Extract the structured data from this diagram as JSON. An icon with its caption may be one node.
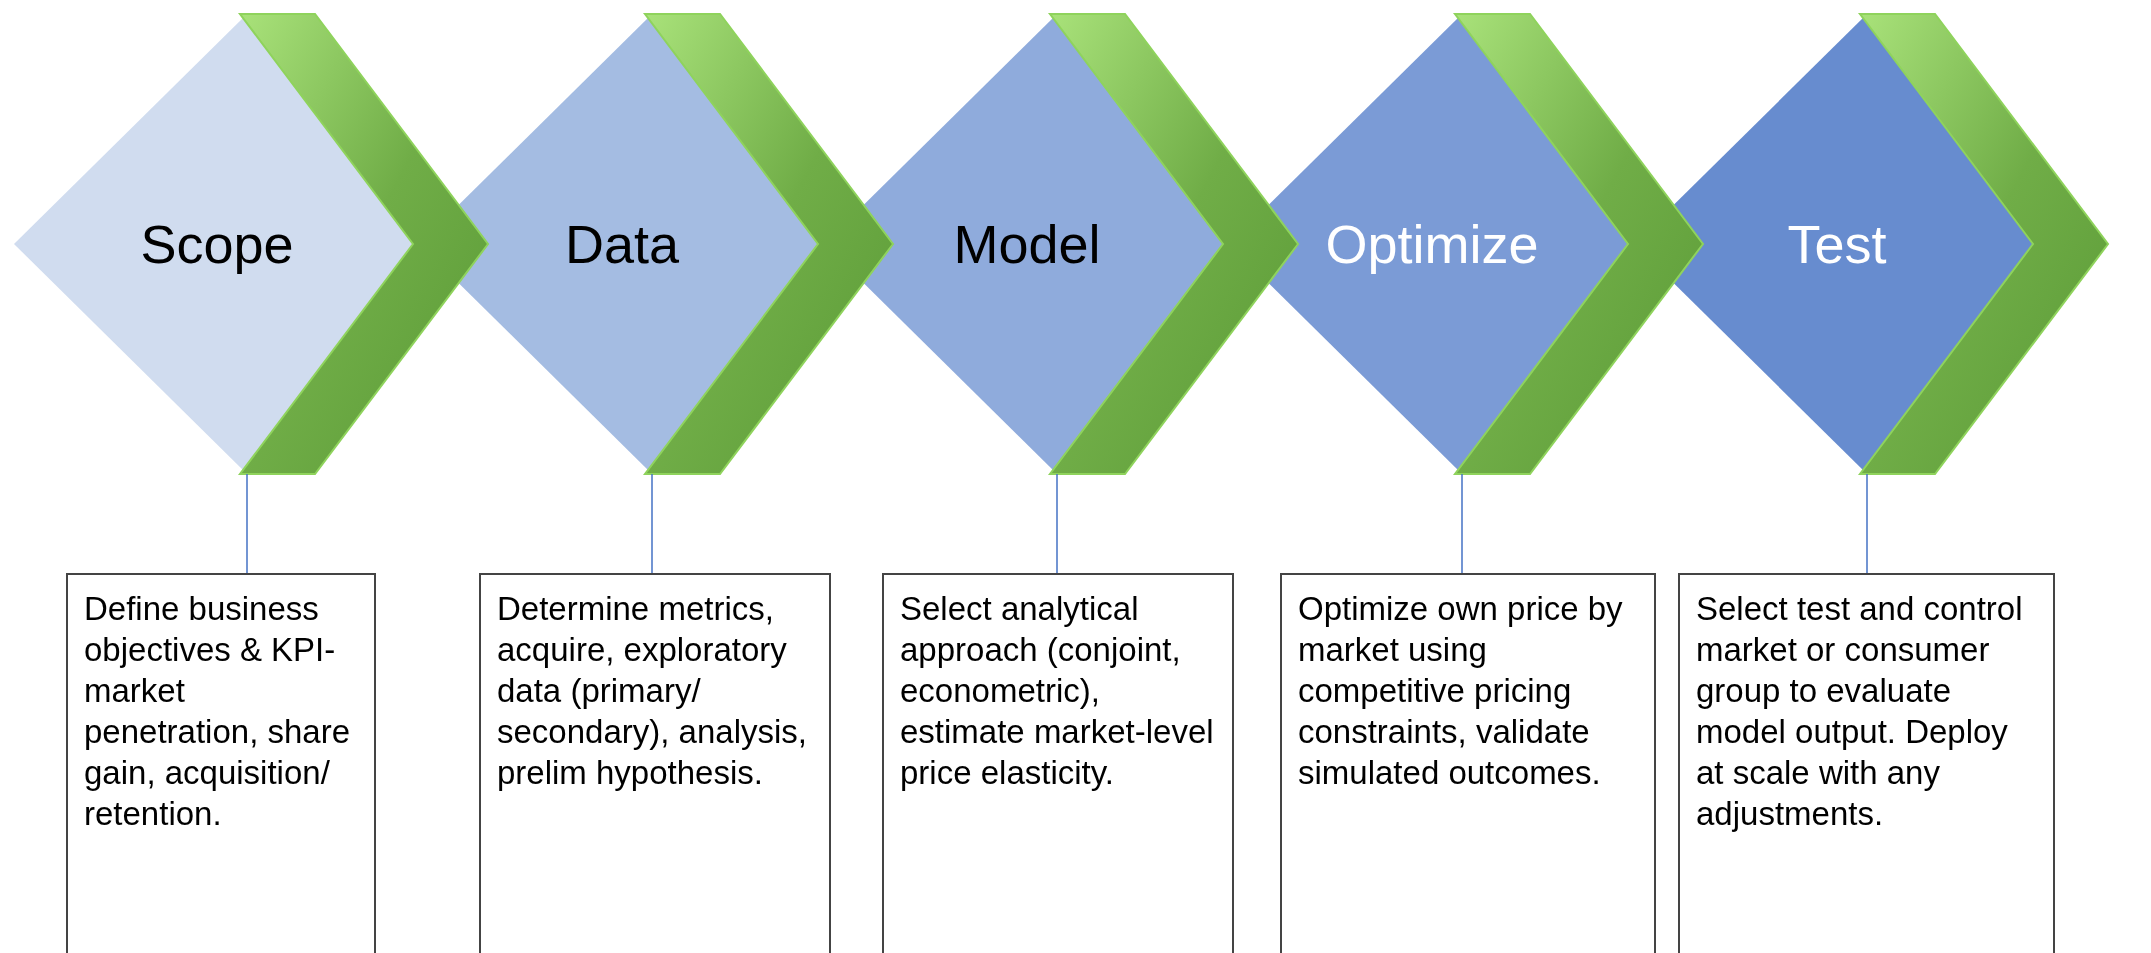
{
  "diagram": {
    "nodes": [
      {
        "text": [
          "Scope"
        ]
      },
      {
        "text": [
          "Data"
        ]
      },
      {
        "text": [
          "Model"
        ]
      },
      {
        "text": [
          "Optimize"
        ]
      },
      {
        "text": [
          "Test"
        ]
      },
      {
        "text": [
          "Define business objectives & KPI-market penetration, share gain, acquisition/ retention."
        ]
      },
      {
        "text": [
          "Determine metrics, acquire, exploratory data (primary/ secondary), analysis, prelim hypothesis."
        ]
      },
      {
        "text": [
          "Select analytical approach (conjoint, econometric), estimate market-level price elasticity."
        ]
      },
      {
        "text": [
          "Optimize own price by market using competitive pricing constraints, validate simulated outcomes."
        ]
      },
      {
        "text": [
          "Select test and control market or consumer group to evaluate model output. Deploy at scale with any adjustments."
        ]
      }
    ],
    "edges": [
      {
        "from": 0,
        "to": 1,
        "arrow": "to"
      },
      {
        "from": 1,
        "to": 2,
        "arrow": "to"
      },
      {
        "from": 2,
        "to": 3,
        "arrow": "to"
      },
      {
        "from": 3,
        "to": 4,
        "arrow": "to"
      },
      {
        "from": 4,
        "to": null,
        "arrow": "to"
      },
      {
        "from": 0,
        "to": 5,
        "arrow": "none"
      },
      {
        "from": 1,
        "to": 6,
        "arrow": "none"
      },
      {
        "from": 2,
        "to": 7,
        "arrow": "none"
      },
      {
        "from": 3,
        "to": 8,
        "arrow": "none"
      },
      {
        "from": 4,
        "to": 9,
        "arrow": "none"
      }
    ]
  }
}
